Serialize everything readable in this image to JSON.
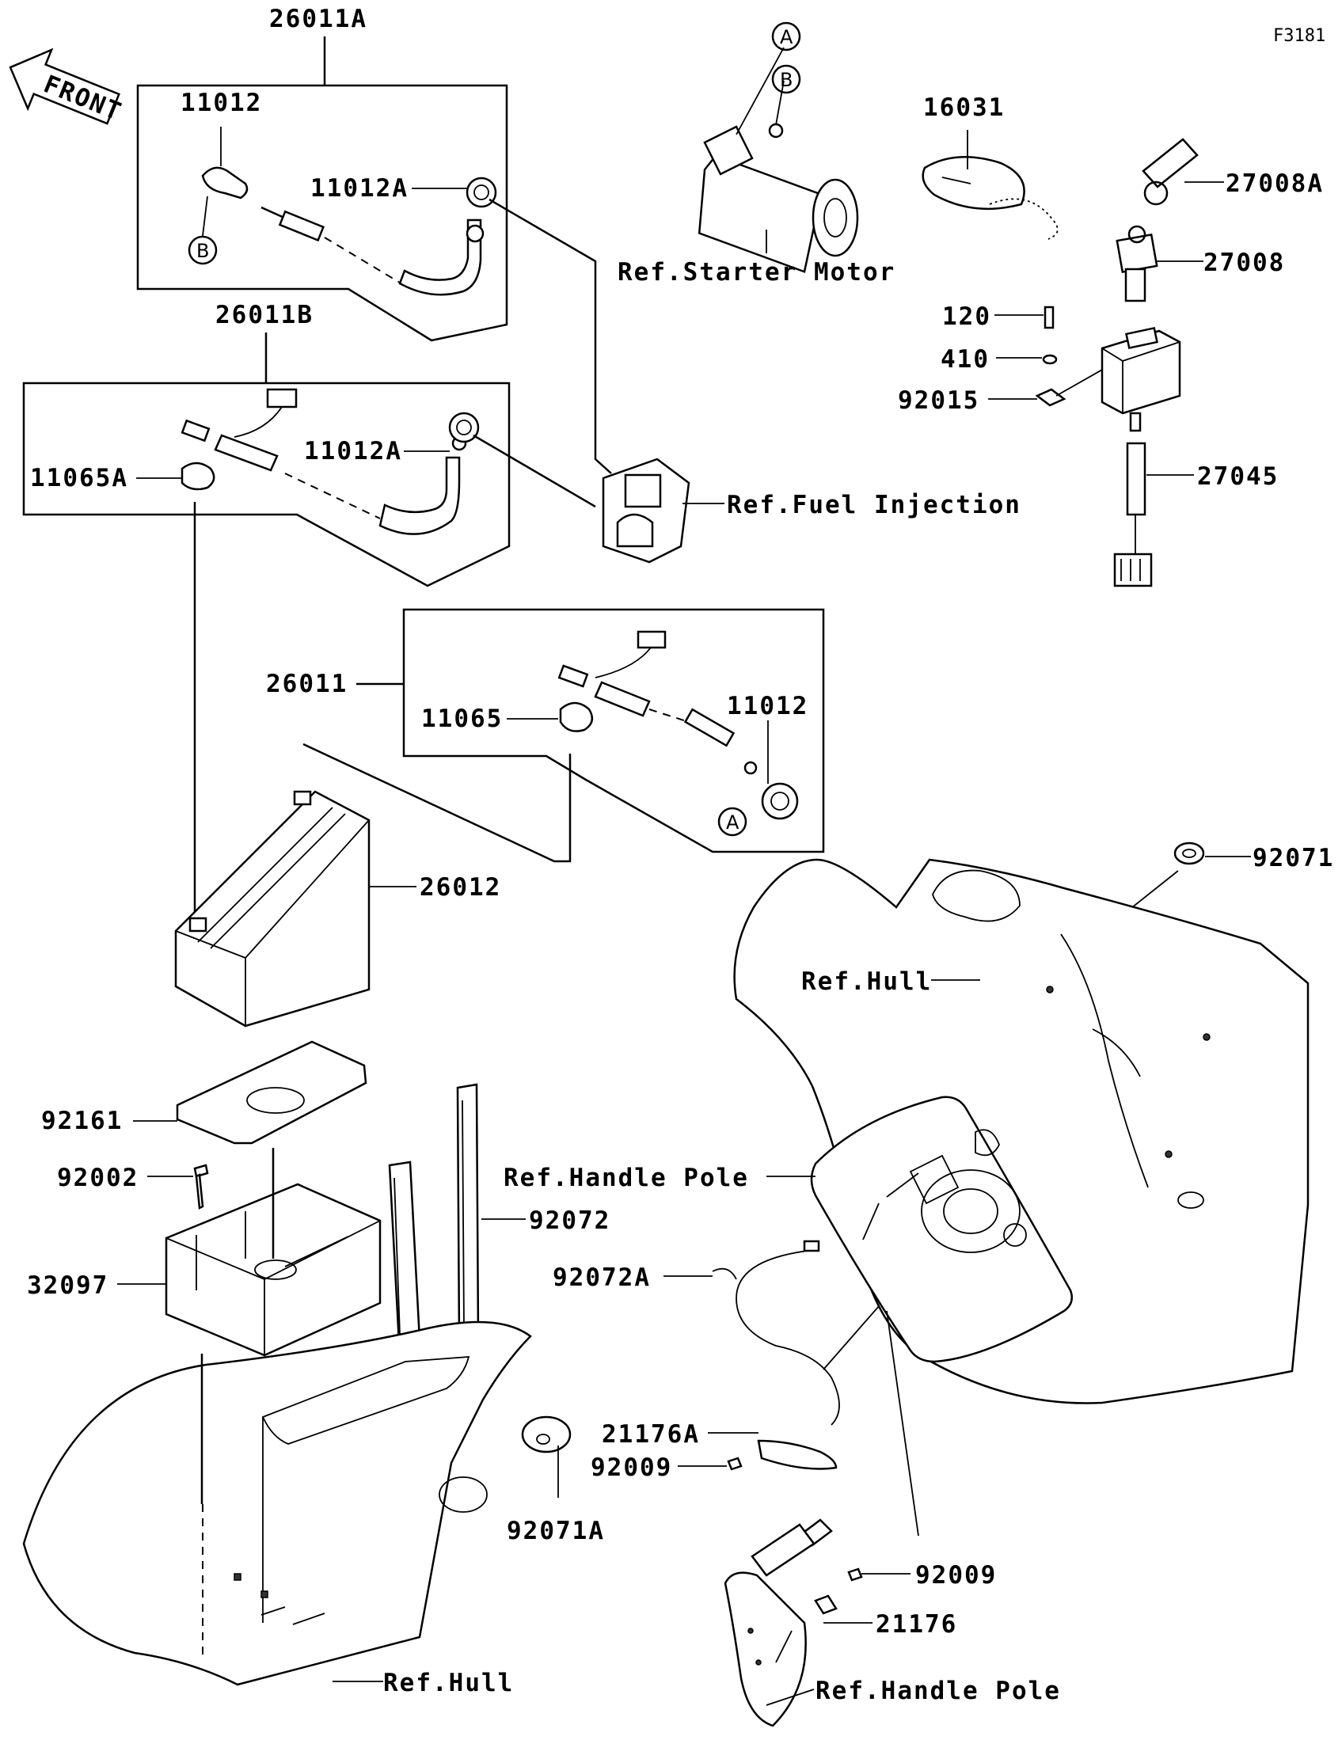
{
  "diagram_code": "F3181",
  "front_label": "FRONT",
  "parts": {
    "p26011A": "26011A",
    "p11012_top": "11012",
    "p11012A_top": "11012A",
    "p26011B": "26011B",
    "p11065A": "11065A",
    "p11012A_mid": "11012A",
    "p26011": "26011",
    "p11065": "11065",
    "p11012_mid": "11012",
    "p26012": "26012",
    "p92161": "92161",
    "p92002": "92002",
    "p32097": "32097",
    "p92072_a": "92072",
    "p92072_b": "92072",
    "p92071A": "92071A",
    "p16031": "16031",
    "p27008A": "27008A",
    "p27008": "27008",
    "p120": "120",
    "p410": "410",
    "p92015": "92015",
    "p27045": "27045",
    "p92071": "92071",
    "p92072A": "92072A",
    "p21176A": "21176A",
    "p92009_a": "92009",
    "p92009_b": "92009",
    "p21176": "21176"
  },
  "refs": {
    "starter_motor": "Ref.Starter Motor",
    "fuel_injection": "Ref.Fuel Injection",
    "hull_right": "Ref.Hull",
    "handle_pole_top": "Ref.Handle Pole",
    "hull_bottom": "Ref.Hull",
    "handle_pole_bottom": "Ref.Handle Pole"
  },
  "markers": {
    "a1": "A",
    "b1": "B",
    "b2": "B",
    "a2": "A"
  }
}
